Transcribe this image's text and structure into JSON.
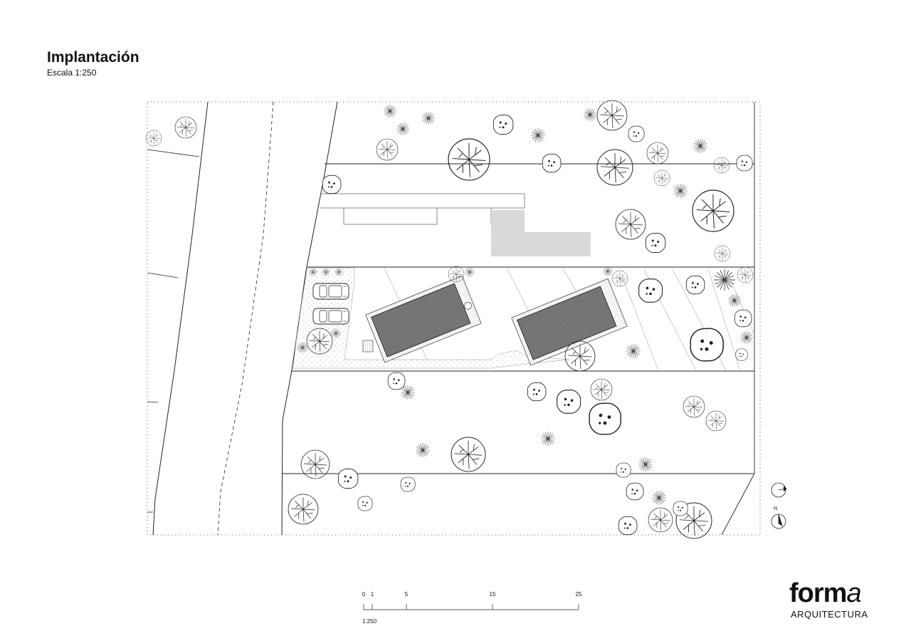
{
  "header": {
    "title": "Implantación",
    "subtitle": "Escala 1:250"
  },
  "scale_bar": {
    "ticks": [
      "0",
      "1",
      "5",
      "15",
      "25"
    ],
    "ratio": "1:250"
  },
  "north": {
    "label": "N"
  },
  "brand": {
    "name_main": "form",
    "name_accent": "a",
    "subtitle": "ARQUITECTURA"
  },
  "colors": {
    "line": "#222222",
    "roof": "#808080",
    "paving": "#d9d9d9"
  }
}
